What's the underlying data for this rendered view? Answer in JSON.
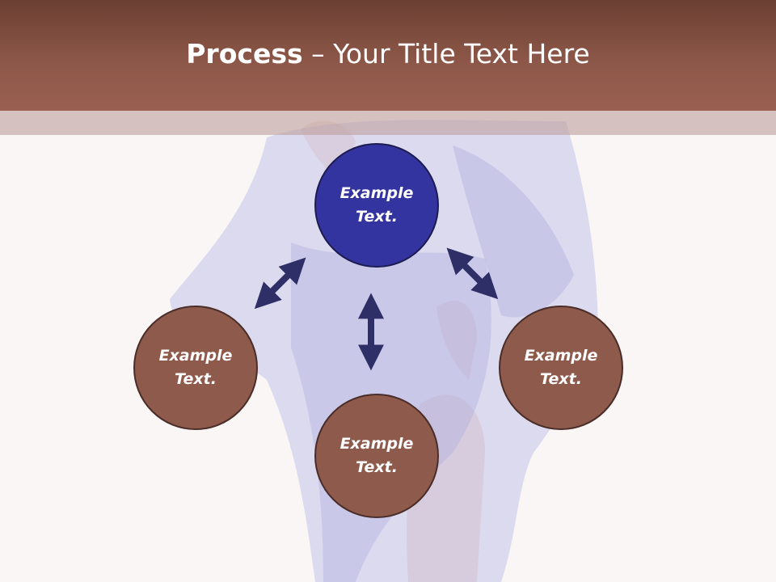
{
  "title": {
    "bold": "Process",
    "rest": " – Your Title Text Here"
  },
  "diagram": {
    "nodes": [
      {
        "id": "top",
        "text": "Example Text."
      },
      {
        "id": "left",
        "text": "Example Text."
      },
      {
        "id": "right",
        "text": "Example Text."
      },
      {
        "id": "bottom",
        "text": "Example Text."
      }
    ]
  },
  "colors": {
    "header": "#8c5748",
    "center_node": "#3434a0",
    "outer_node": "#8e5a4b",
    "arrow": "#2e2f66"
  }
}
